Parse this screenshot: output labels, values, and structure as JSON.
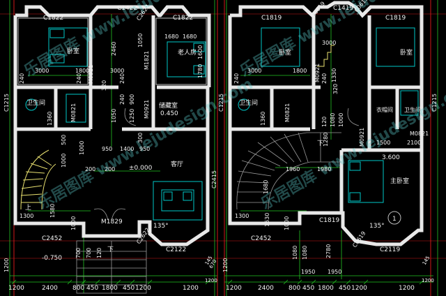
{
  "colors": {
    "background": "#000000",
    "wall": "#e8e8e8",
    "dimension": "#22c522",
    "grid_axis": "#d01818",
    "furniture": "#00c8c8",
    "stair": "#e8e070",
    "text": "#f2f2f2"
  },
  "left_plan": {
    "windows_top": [
      "C1822",
      "C1422",
      "C1822"
    ],
    "rooms": {
      "bedroom1": "卧室",
      "elder_bedroom": "老人房",
      "bath1": "卫生间",
      "storage": "储藏室",
      "living": "客厅"
    },
    "storage_level": "0.450",
    "floor_level": "±0.000",
    "entry_level": "-0.750",
    "entry_door": "M1829",
    "entry_window_bottom": "C2122",
    "window_left_bottom": "C2452",
    "doors": [
      "M0921",
      "M0821",
      "M1821",
      "M0921"
    ],
    "side_labels": {
      "left": "C1215",
      "right": "C2415",
      "bay_left": "C2622",
      "bay_right": "C2622"
    },
    "stair_up": "上",
    "stair_down": "下",
    "angle": "135°",
    "dims_interior": [
      "3000",
      "1800",
      "2460",
      "1680",
      "1680",
      "1600",
      "1780",
      "1000",
      "240",
      "1250",
      "900",
      "1050",
      "1400",
      "950",
      "950",
      "200",
      "200",
      "1300",
      "1580",
      "1000",
      "700",
      "700",
      "120",
      "1360",
      "240",
      "240",
      "240",
      "320",
      "300",
      "3000",
      "500",
      "1050",
      "1000",
      "1200"
    ],
    "bottom_dims": [
      "1200",
      "2400",
      "800",
      "450",
      "1800",
      "450",
      "1200",
      "1200"
    ],
    "right_stack": [
      "145",
      "670",
      "1200"
    ]
  },
  "right_plan": {
    "windows_top": [
      "C1819",
      "C0619",
      "C1419",
      "C0619",
      "C1819"
    ],
    "rooms": {
      "bedroom1": "卧室",
      "bedroom2": "卧室",
      "bath1": "卫生间",
      "cloak": "衣帽间",
      "bath2": "卫生间",
      "master": "主卧室"
    },
    "master_level": "3.600",
    "doors": [
      "M0921",
      "M0821",
      "M0921",
      "M0821"
    ],
    "window_master": "C2119",
    "window_bottom_mid": "C1819",
    "window_left_bottom": "C2452",
    "bay_label": "C0619",
    "side_labels": {
      "left": "C1215",
      "right": "C1215"
    },
    "stair_down": "下",
    "angle": "135°",
    "circle_mark": "1",
    "dims_interior": [
      "3000",
      "1800",
      "1330",
      "1960",
      "1980",
      "1500",
      "2100",
      "1280",
      "1680",
      "1300",
      "1530",
      "1000",
      "3000",
      "320",
      "120",
      "1080",
      "1000",
      "1360",
      "240",
      "240",
      "1080",
      "1080",
      "2780",
      "1950",
      "1950",
      "1200"
    ],
    "bottom_dims": [
      "1200",
      "2400",
      "800",
      "450",
      "1800",
      "450",
      "1200",
      "1200"
    ],
    "right_stack": [
      "145",
      "1200"
    ]
  },
  "watermark": "乐居图库 www.lejudesign.com"
}
